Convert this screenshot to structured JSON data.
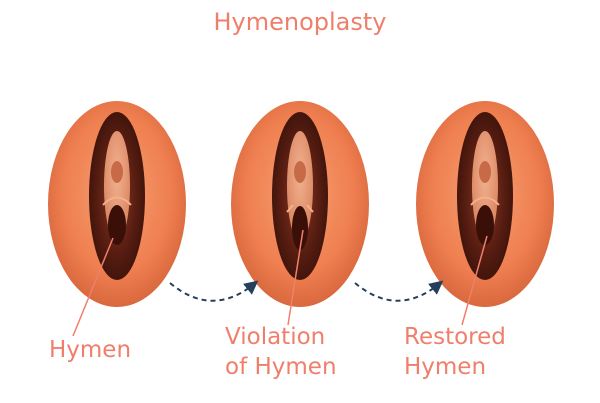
{
  "title": "Hymenoplasty",
  "accent_color": "#ef7f6b",
  "stages": [
    {
      "label": "Hymen"
    },
    {
      "label_lines": [
        "Violation",
        "of Hymen"
      ]
    },
    {
      "label_lines": [
        "Restored",
        "Hymen"
      ]
    }
  ],
  "icons": {
    "arrow": "curved-dashed-arrow-icon"
  }
}
